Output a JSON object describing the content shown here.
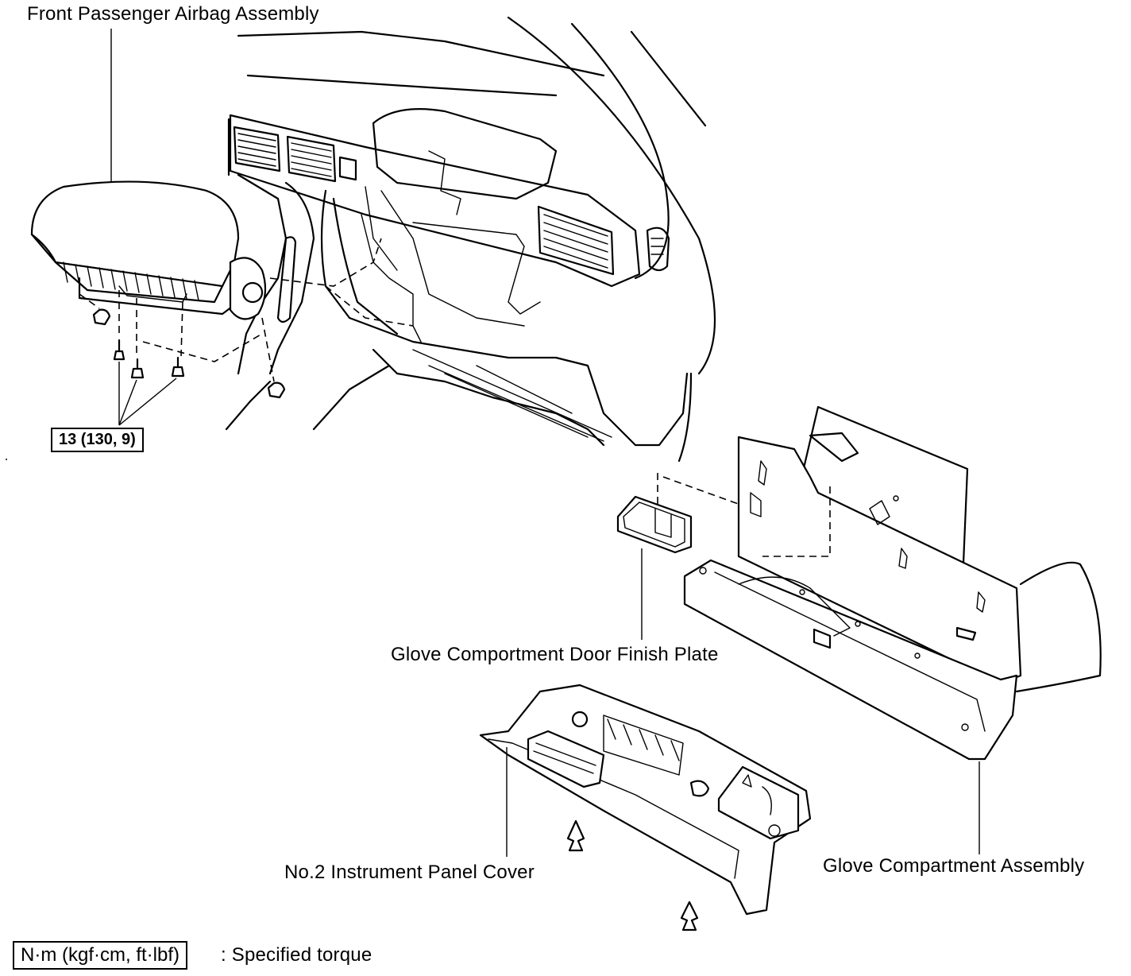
{
  "labels": {
    "airbag": "Front Passenger Airbag Assembly",
    "finish_plate": "Glove Comportment Door Finish Plate",
    "panel_cover": "No.2 Instrument Panel Cover",
    "glove_compartment": "Glove Compartment Assembly"
  },
  "torque": {
    "value": "13 (130, 9)"
  },
  "legend": {
    "unit_box": "N·m (kgf·cm, ft·lbf)",
    "description": ": Specified torque"
  }
}
